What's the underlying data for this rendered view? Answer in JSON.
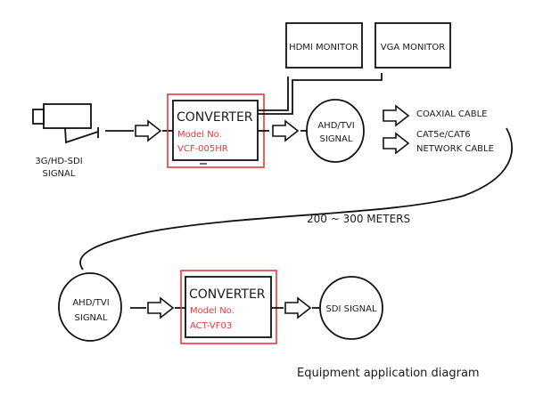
{
  "colors": {
    "model_text": "#e8383d",
    "highlight_border": "#e8383d",
    "line": "#111111"
  },
  "source": {
    "icon": "camera-icon",
    "label_line1": "3G/HD-SDI",
    "label_line2": "SIGNAL"
  },
  "converter_top": {
    "title": "CONVERTER",
    "model_label": "Model No.",
    "model_value": "VCF-005HR"
  },
  "monitors": {
    "hdmi": "HDMI MONITOR",
    "vga": "VGA MONITOR"
  },
  "signal_top": {
    "line1": "AHD/TVI",
    "line2": "SIGNAL"
  },
  "cables": {
    "coaxial": "COAXIAL CABLE",
    "network_line1": "CAT5e/CAT6",
    "network_line2": "NETWORK CABLE"
  },
  "distance_label": "200 ~ 300 METERS",
  "signal_bottom": {
    "line1": "AHD/TVI",
    "line2": "SIGNAL"
  },
  "converter_bottom": {
    "title": "CONVERTER",
    "model_label": "Model No.",
    "model_value": "ACT-VF03"
  },
  "output": {
    "label": "SDI SIGNAL"
  },
  "caption": "Equipment application diagram"
}
